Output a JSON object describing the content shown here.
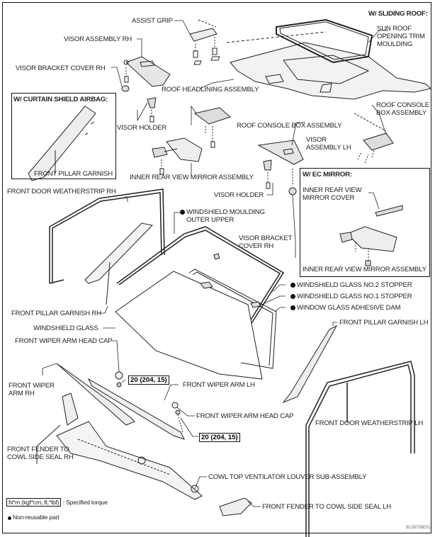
{
  "title": "Windshield / Roof Headlining Components",
  "figure_id": "B128739E01",
  "boxes": {
    "sliding_roof": "W/ SLIDING ROOF:",
    "curtain_airbag": "W/ CURTAIN SHIELD AIRBAG:",
    "ec_mirror": "W/ EC MIRROR:"
  },
  "labels": {
    "assist_grip": "ASSIST GRIP",
    "visor_assembly_rh": "VISOR ASSEMBLY RH",
    "visor_bracket_cover_rh_top": "VISOR BRACKET COVER RH",
    "sun_roof_trim_1": "SUN ROOF",
    "sun_roof_trim_2": "OPENING TRIM",
    "sun_roof_trim_3": "MOULDING",
    "roof_headlining": "ROOF HEADLINING ASSEMBLY",
    "roof_console_box_r1": "ROOF CONSOLE",
    "roof_console_box_r2": "BOX ASSEMBLY",
    "visor_holder_left": "VISOR HOLDER",
    "roof_console_box": "ROOF CONSOLE BOX ASSEMBLY",
    "front_pillar_garnish": "FRONT PILLAR GARNISH",
    "visor_assembly_lh_1": "VISOR",
    "visor_assembly_lh_2": "ASSEMBLY LH",
    "inner_mirror_assembly": "INNER REAR VIEW MIRROR ASSEMBLY",
    "front_door_ws_rh": "FRONT DOOR WEATHERSTRIP RH",
    "visor_holder_right": "VISOR HOLDER",
    "ec_mirror_cover_1": "INNER REAR VIEW",
    "ec_mirror_cover_2": "MIRROR COVER",
    "windshield_moulding_1": "WINDSHIELD MOULDING",
    "windshield_moulding_2": "OUTER UPPER",
    "visor_bracket_cover_rh_1": "VISOR BRACKET",
    "visor_bracket_cover_rh_2": "COVER RH",
    "ec_mirror_assembly": "INNER REAR VIEW MIRROR ASSEMBLY",
    "glass_no2_stopper": "WINDSHIELD GLASS NO.2 STOPPER",
    "glass_no1_stopper": "WINDSHIELD GLASS NO.1 STOPPER",
    "adhesive_dam": "WINDOW GLASS ADHESIVE DAM",
    "front_pillar_garnish_rh": "FRONT PILLAR GARNISH RH",
    "windshield_glass": "WINDSHIELD GLASS",
    "front_pillar_garnish_lh": "FRONT PILLAR GARNISH LH",
    "wiper_head_cap_rh": "FRONT WIPER ARM HEAD CAP",
    "wiper_arm_rh_1": "FRONT WIPER",
    "wiper_arm_rh_2": "ARM RH",
    "wiper_arm_lh": "FRONT WIPER ARM LH",
    "wiper_head_cap_lh": "FRONT WIPER ARM HEAD CAP",
    "front_door_ws_lh": "FRONT DOOR WEATHERSTRIP LH",
    "fender_seal_rh_1": "FRONT FENDER TO",
    "fender_seal_rh_2": "COWL SIDE SEAL RH",
    "cowl_louver": "COWL TOP VENTILATOR LOUVER SUB-ASSEMBLY",
    "fender_seal_lh": "FRONT FENDER TO COWL SIDE SEAL LH"
  },
  "torque": {
    "rh_nut": "20 (204, 15)",
    "lh_nut": "20 (204, 15)"
  },
  "legend": {
    "torque_unit": "N*m (kgf*cm, ft.*lbf)",
    "torque_desc": ": Specified torque",
    "non_reusable": "Non-reusable part"
  }
}
